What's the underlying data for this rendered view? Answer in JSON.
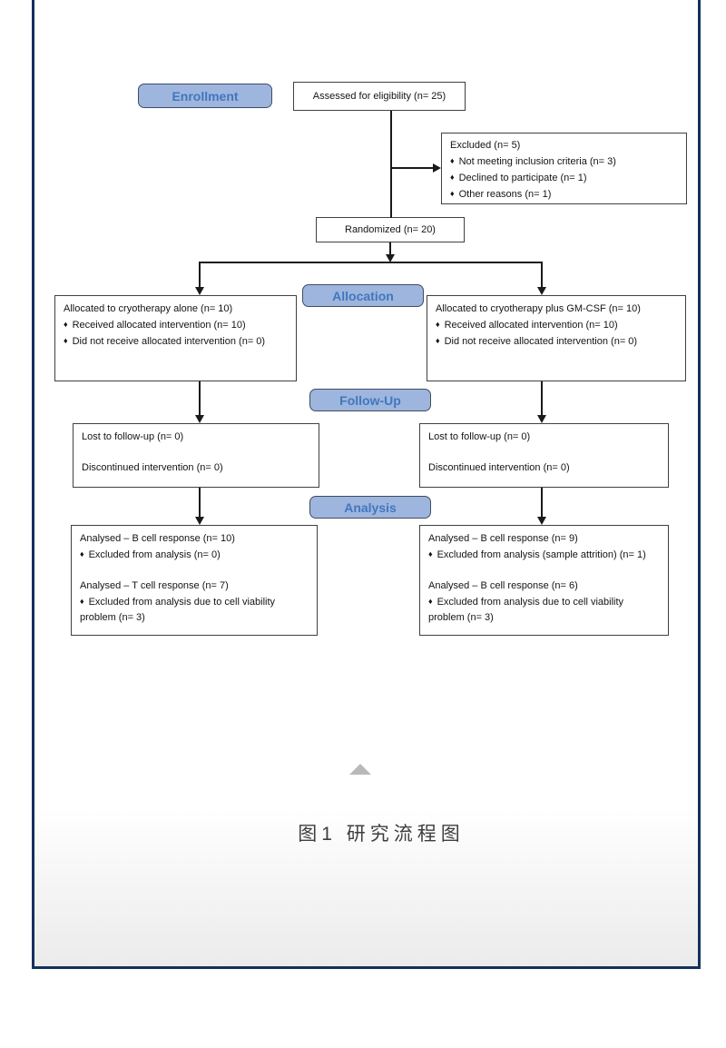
{
  "flowchart": {
    "bullet": "♦",
    "stages": {
      "enrollment": "Enrollment",
      "allocation": "Allocation",
      "followup": "Follow-Up",
      "analysis": "Analysis"
    },
    "assessed": "Assessed for eligibility (n= 25)",
    "excluded": {
      "title": "Excluded (n= 5)",
      "items": [
        "Not meeting inclusion criteria (n= 3)",
        "Declined to participate (n= 1)",
        "Other reasons (n= 1)"
      ]
    },
    "randomized": "Randomized (n= 20)",
    "allocation_left": {
      "title": "Allocated to cryotherapy alone (n= 10)",
      "items": [
        "Received allocated intervention (n= 10)",
        "Did not receive allocated intervention (n= 0)"
      ]
    },
    "allocation_right": {
      "title": "Allocated to cryotherapy plus GM-CSF (n= 10)",
      "items": [
        "Received allocated intervention (n= 10)",
        "Did not receive allocated intervention (n= 0)"
      ]
    },
    "followup_left": {
      "line1": "Lost to follow-up (n= 0)",
      "line2": "Discontinued intervention (n= 0)"
    },
    "followup_right": {
      "line1": "Lost to follow-up (n= 0)",
      "line2": "Discontinued intervention (n= 0)"
    },
    "analysis_left": {
      "group1_title": "Analysed – B cell response (n= 10)",
      "group1_item": "Excluded from analysis (n= 0)",
      "group2_title": "Analysed – T cell response (n= 7)",
      "group2_item": "Excluded from analysis due to cell viability problem (n= 3)"
    },
    "analysis_right": {
      "group1_title": "Analysed – B cell response (n= 9)",
      "group1_item": "Excluded from analysis (sample attrition) (n= 1)",
      "group2_title": "Analysed – B cell response (n= 6)",
      "group2_item": "Excluded from analysis due to cell viability problem (n= 3)"
    }
  },
  "caption": "图1 研究流程图",
  "icons": {
    "collapse": "triangle-up"
  },
  "colors": {
    "stage_fill": "#9eb5de",
    "stage_text": "#4277bd",
    "box_border": "#404040",
    "card_border": "#14315e",
    "connector": "#1a1a1a",
    "collapse_triangle": "#b9b9b9",
    "card_bottom_fade": "#ebebeb"
  }
}
